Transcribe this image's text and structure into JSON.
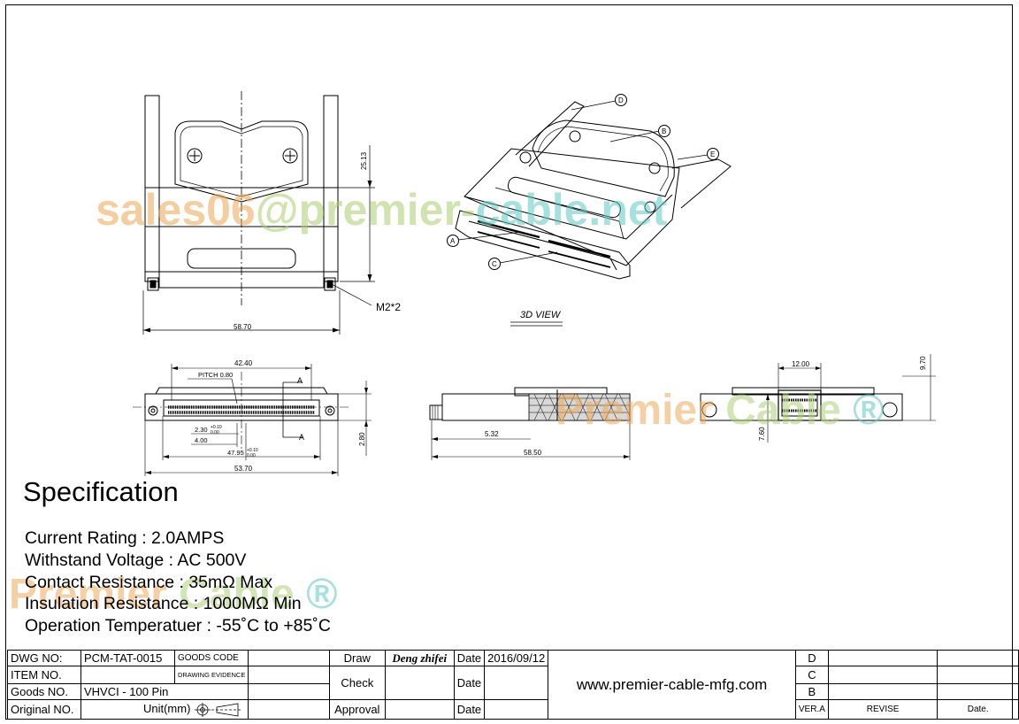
{
  "watermarks": {
    "email": {
      "part1": "sales06",
      "part2": "@premier-",
      "part3": "cable.net"
    },
    "brand": {
      "part1": "Premier ",
      "part2": "Cable ",
      "part3": "®"
    }
  },
  "drawing": {
    "top_view": {
      "dim_width": "58.70",
      "dim_height": "25.13",
      "callout_screw": "M2*2"
    },
    "view_3d": {
      "label": "3D VIEW",
      "callouts": [
        "A",
        "B",
        "C",
        "D",
        "E"
      ]
    },
    "front_view": {
      "dim_pitch_span": "42.40",
      "pitch_label": "PITCH 0.80",
      "section_a": "A",
      "dim_230": "2.30",
      "dim_230_tol": "+0.10",
      "dim_230_tol2": "0.00",
      "dim_400": "4.00",
      "dim_4795": "47.95",
      "dim_4795_tol": "+0.10",
      "dim_4795_tol2": "0.00",
      "dim_total": "53.70",
      "dim_height": "2.80"
    },
    "side_view": {
      "dim_532": "5.32",
      "dim_5850": "58.50"
    },
    "end_view": {
      "dim_1200": "12.00",
      "dim_970": "9.70",
      "dim_760": "7.60"
    }
  },
  "specification": {
    "title": "Specification",
    "items": [
      "Current Rating : 2.0AMPS",
      "Withstand Voltage : AC 500V",
      "Contact Resistance : 35mΩ Max",
      "Insulation Resistance : 1000MΩ Min",
      "Operation Temperatuer : -55˚C to +85˚C"
    ]
  },
  "title_block": {
    "dwg_no_label": "DWG NO:",
    "dwg_no": "PCM-TAT-0015",
    "goods_code": "GOODS CODE",
    "item_no_label": "ITEM NO.",
    "drawing_evidence": "DRAWING EVIDENCE",
    "goods_no_label": "Goods NO.",
    "goods_no": "VHVCI - 100 Pin",
    "original_no_label": "Original NO.",
    "unit": "Unit(mm)",
    "draw": "Draw",
    "draw_signature": "Deng zhifei",
    "date": "Date",
    "draw_date": "2016/09/12",
    "check": "Check",
    "approval": "Approval",
    "website": "www.premier-cable-mfg.com",
    "rev_letters": [
      "D",
      "C",
      "B"
    ],
    "ver": "VER.A",
    "revise": "REVISE",
    "date_col": "Date."
  }
}
